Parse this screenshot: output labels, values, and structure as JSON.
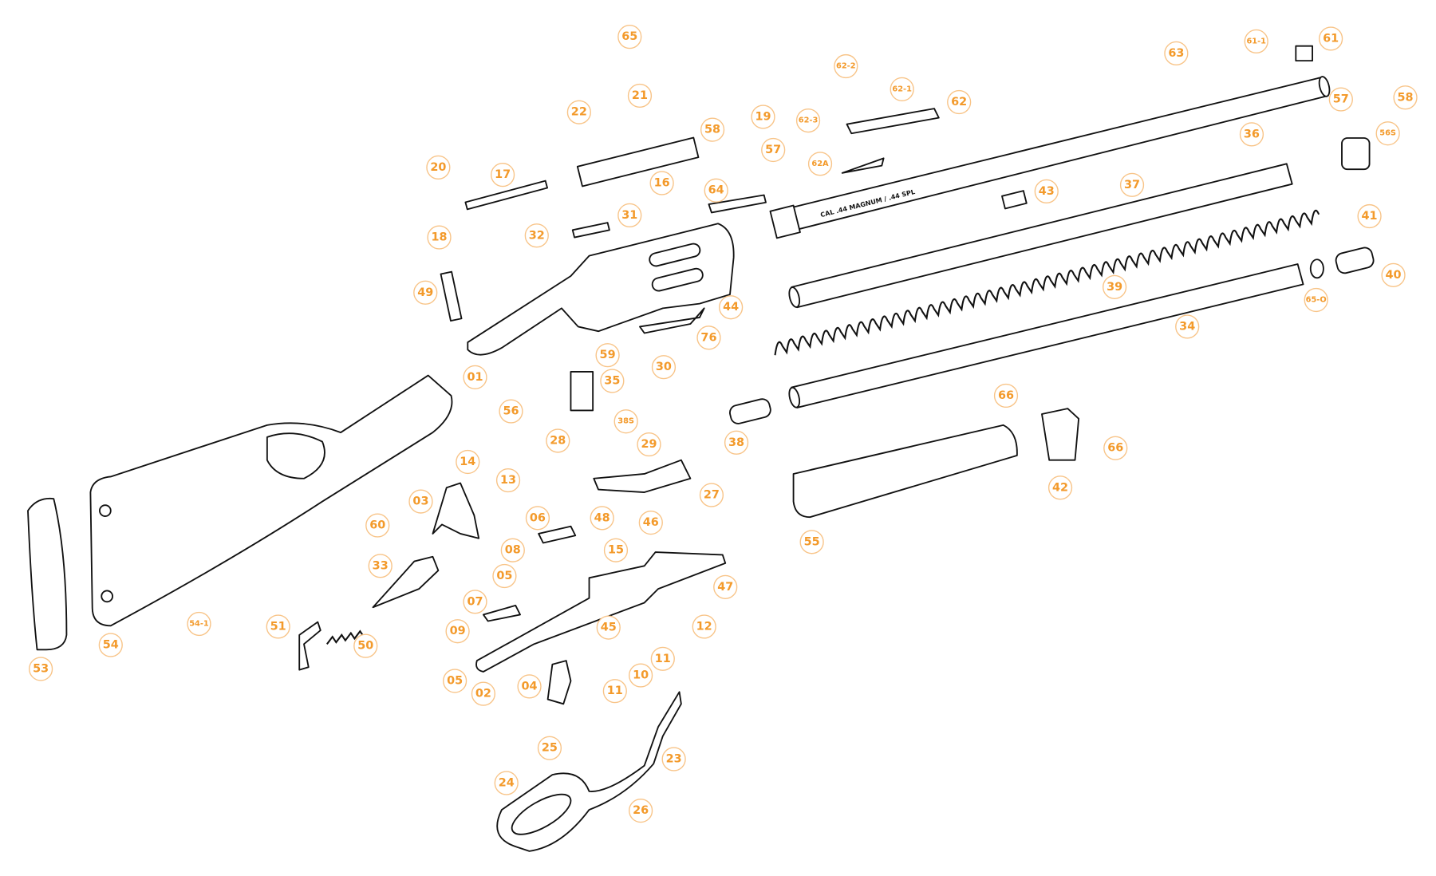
{
  "diagram": {
    "type": "exploded-parts-diagram",
    "barrel_engraving": "CAL .44 MAGNUM / .44 SPL",
    "accent_color": "#f39a2b",
    "part_labels": [
      "65",
      "22",
      "21",
      "20",
      "17",
      "18",
      "16",
      "58",
      "19",
      "57",
      "62-3",
      "62-2",
      "62-1",
      "62",
      "62A",
      "64",
      "31",
      "32",
      "63",
      "61-1",
      "61",
      "57",
      "58",
      "36",
      "56S",
      "37",
      "43",
      "41",
      "40",
      "65-O",
      "39",
      "34",
      "49",
      "44",
      "76",
      "01",
      "59",
      "30",
      "35",
      "56",
      "38S",
      "28",
      "29",
      "38",
      "66",
      "66",
      "42",
      "55",
      "14",
      "13",
      "03",
      "27",
      "06",
      "48",
      "46",
      "60",
      "15",
      "08",
      "33",
      "05",
      "47",
      "07",
      "45",
      "12",
      "51",
      "54-1",
      "09",
      "50",
      "54",
      "11",
      "10",
      "11",
      "04",
      "05",
      "02",
      "53",
      "25",
      "23",
      "24",
      "26"
    ]
  }
}
